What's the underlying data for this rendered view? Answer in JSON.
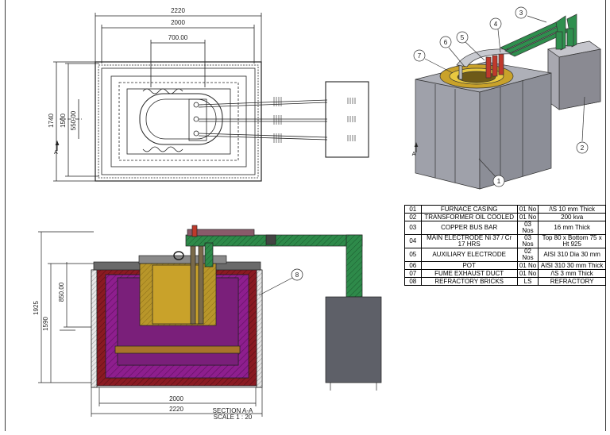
{
  "plan_view": {
    "dim_overall_width": "2220",
    "dim_inner_width": "2000",
    "dim_pot": "700.00",
    "dim_overall_depth": "1740",
    "dim_inner_depth": "1500",
    "dim_small": "550.00",
    "section_mark": "A"
  },
  "section_view": {
    "dim_height_total": "1925",
    "dim_height_inner": "1590",
    "dim_electrode": "850.00",
    "dim_inner_width": "2000",
    "dim_overall_width": "2220",
    "title": "SECTION A-A",
    "scale": "SCALE 1 : 20",
    "balloon": "8"
  },
  "iso_view": {
    "balloons": [
      "1",
      "2",
      "3",
      "4",
      "5",
      "6",
      "7"
    ],
    "section_mark": "A"
  },
  "bom": [
    {
      "no": "01",
      "desc": "FURNACE CASING",
      "qty": "01 No",
      "spec": "/\\S 10 mm Thick"
    },
    {
      "no": "02",
      "desc": "TRANSFORMER OIL COOLED",
      "qty": "01 No",
      "spec": "200 kva"
    },
    {
      "no": "03",
      "desc": "COPPER BUS BAR",
      "qty": "03 Nos",
      "spec": "16 mm Thick"
    },
    {
      "no": "04",
      "desc": "MAIN ELECTRODE Ni 37 / Cr 17 HRS",
      "qty": "03 Nos",
      "spec": "Top 80 x Bottom 75 x Ht 925"
    },
    {
      "no": "05",
      "desc": "AUXILIARY ELECTRODE",
      "qty": "02 Nos",
      "spec": "AISI 310 Dia 30 mm"
    },
    {
      "no": "06",
      "desc": "POT",
      "qty": "01 No",
      "spec": "AISI 310 30 mm Thick"
    },
    {
      "no": "07",
      "desc": "FUME EXHAUST DUCT",
      "qty": "01 No",
      "spec": "/\\S 3 mm Thick"
    },
    {
      "no": "08",
      "desc": "REFRACTORY BRICKS",
      "qty": "LS",
      "spec": "REFRACTORY"
    }
  ]
}
